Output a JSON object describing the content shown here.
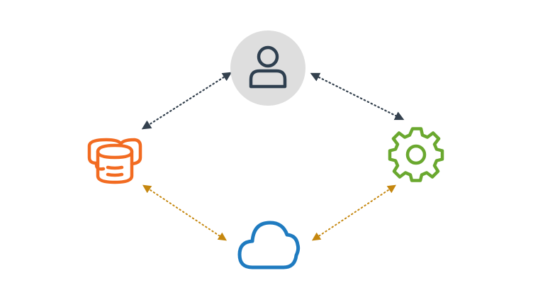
{
  "nodes": [
    {
      "id": "user",
      "icon": "user-icon",
      "color": "#2e3f4f",
      "background": "#dedede"
    },
    {
      "id": "databases",
      "icon": "database-icon",
      "color": "#f26b21"
    },
    {
      "id": "settings",
      "icon": "gear-icon",
      "color": "#6aa82f"
    },
    {
      "id": "cloud",
      "icon": "cloud-icon",
      "color": "#1f7bc0"
    }
  ],
  "edges": [
    {
      "from": "user",
      "to": "databases",
      "style": "dotted",
      "bidirectional": true,
      "color": "#34414e"
    },
    {
      "from": "user",
      "to": "settings",
      "style": "dotted",
      "bidirectional": true,
      "color": "#34414e"
    },
    {
      "from": "databases",
      "to": "cloud",
      "style": "dotted",
      "bidirectional": true,
      "color": "#c5870f"
    },
    {
      "from": "settings",
      "to": "cloud",
      "style": "dotted",
      "bidirectional": true,
      "color": "#c5870f"
    }
  ]
}
